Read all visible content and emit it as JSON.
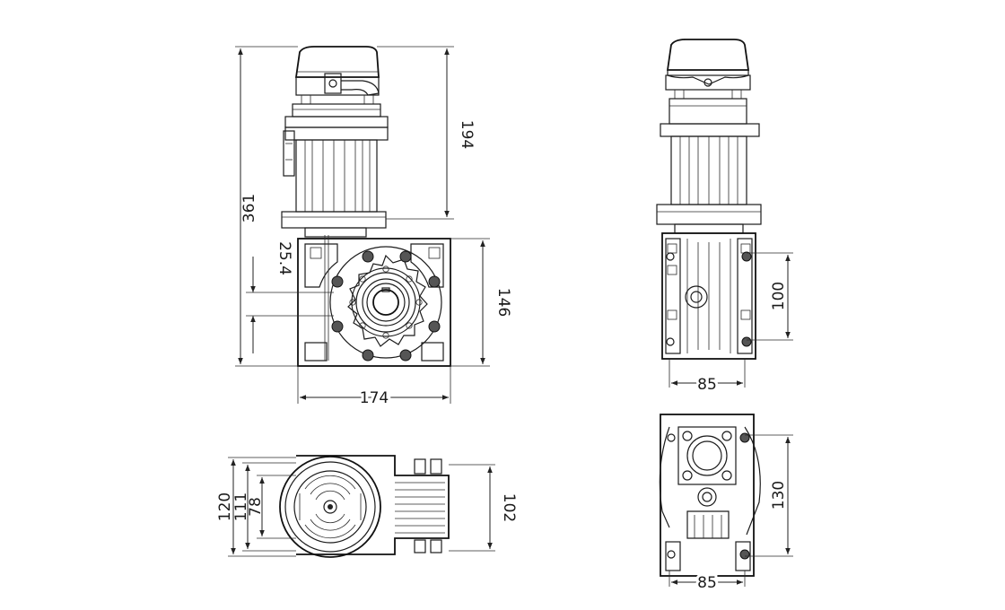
{
  "dimensions": {
    "overall_height": "361",
    "motor_height": "194",
    "shaft_offset": "25.4",
    "gearbox_height": "146",
    "gearbox_width": "174",
    "side_bolt_spacing": "100",
    "side_base_width": "85",
    "bottom_bolt_spacing": "130",
    "bottom_base_width": "85",
    "plan_outer_width": "120",
    "plan_mid_width": "111",
    "plan_inner_width": "78",
    "plan_flange_width": "102"
  },
  "colors": {
    "line": "#1c1c1c",
    "background": "#ffffff"
  }
}
